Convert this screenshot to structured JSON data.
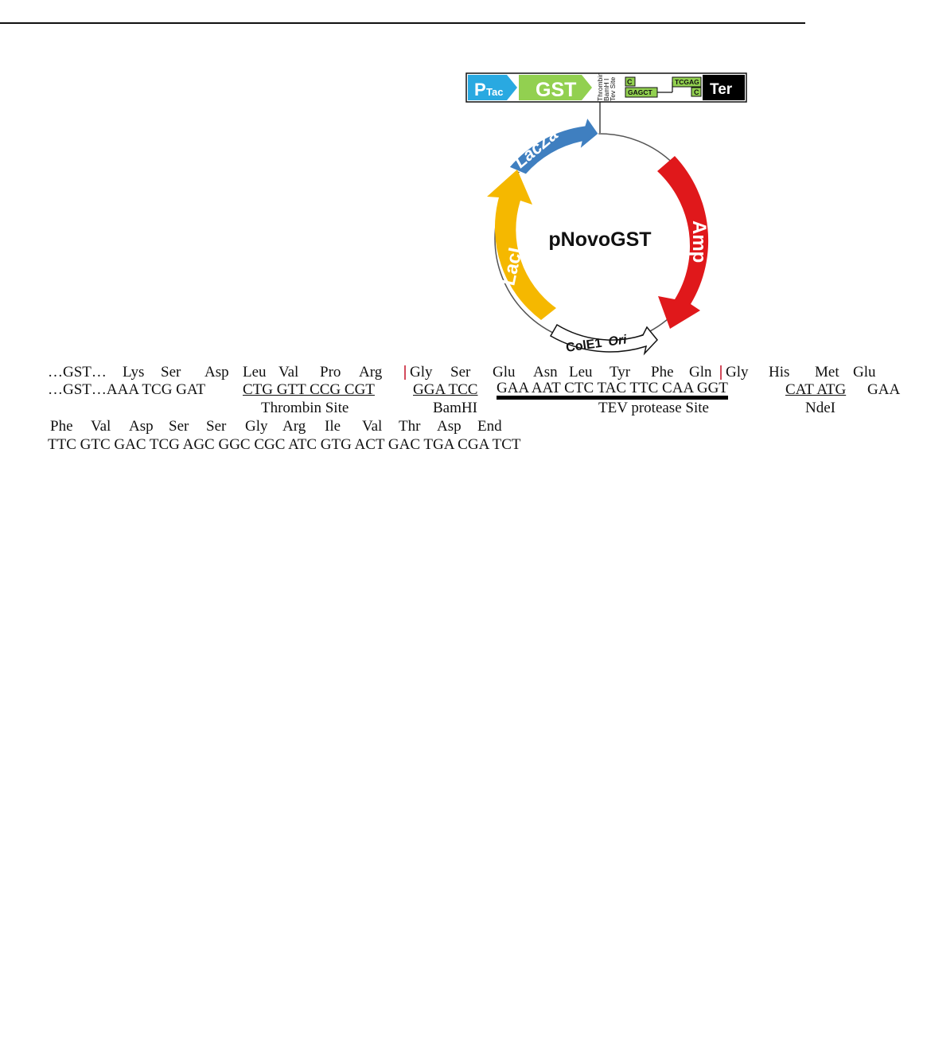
{
  "plasmid": {
    "name": "pNovoGST",
    "features": {
      "lacza": "LacZa",
      "laci": "LacI",
      "amp": "Amp",
      "ori_main": "ColE1",
      "ori_italic": "Ori"
    }
  },
  "cassette": {
    "promoter_main": "P",
    "promoter_sub": "Tac",
    "gst": "GST",
    "sites": [
      "Thrombin",
      "BamH I",
      "Tev Site"
    ],
    "box1_top": "C",
    "box1_bottom": "GAGCT",
    "box2_top": "TCGAG",
    "box2_bottom": "C",
    "terminator": "Ter"
  },
  "sequence": {
    "aa_line1": {
      "prefix": "…GST…",
      "residues": [
        "Lys",
        "Ser",
        "Asp",
        "Leu",
        "Val",
        "Pro",
        "Arg",
        "Gly",
        "Ser",
        "Glu",
        "Asn",
        "Leu",
        "Tyr",
        "Phe",
        "Gln",
        "Gly",
        "His",
        "Met",
        "Glu"
      ]
    },
    "nt_line1": {
      "prefix": "…GST…AAA TCG GAT",
      "thrombin_codons": "CTG GTT CCG CGT",
      "bamhi_codons": "GGA TCC",
      "tev_codons": "GAA AAT CTC TAC TTC CAA GGT",
      "ndei_codons": "CAT ATG",
      "suffix": "GAA"
    },
    "site_labels": {
      "thrombin": "Thrombin Site",
      "bamhi": "BamHI",
      "tev": "TEV protease Site",
      "ndei": "NdeI"
    },
    "aa_line2": [
      "Phe",
      "Val",
      "Asp",
      "Ser",
      "Ser",
      "Gly",
      "Arg",
      "Ile",
      "Val",
      "Thr",
      "Asp",
      "End"
    ],
    "nt_line2": "TTC GTC GAC TCG AGC GGC CGC ATC GTG ACT GAC TGA CGA TCT"
  },
  "colors": {
    "promoter": "#29a9e1",
    "gst": "#92d050",
    "lacza": "#3f7fc0",
    "laci": "#f5b800",
    "amp": "#e0181b",
    "site_divider": "#d34b5c"
  }
}
